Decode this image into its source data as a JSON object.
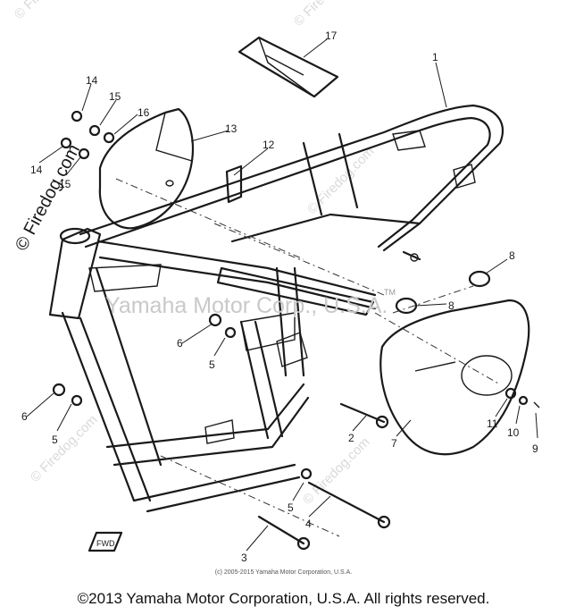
{
  "watermarks": {
    "firedog_side": "© Firedog.com",
    "firedog_ghost": "© Firedog.com",
    "yamaha": "Yamaha Motor Corp., U.S.A.",
    "trademark": "TM"
  },
  "callouts": {
    "c1": "1",
    "c2": "2",
    "c3": "3",
    "c4": "4",
    "c5a": "5",
    "c5b": "5",
    "c5c": "5",
    "c6a": "6",
    "c6b": "6",
    "c7": "7",
    "c8a": "8",
    "c8b": "8",
    "c9": "9",
    "c10": "10",
    "c11": "11",
    "c12": "12",
    "c13": "13",
    "c14a": "14",
    "c14b": "14",
    "c15a": "15",
    "c15b": "15",
    "c16": "16",
    "c17": "17"
  },
  "fwd_marker": "FWD",
  "small_copyright": "(c) 2005-2015 Yamaha Motor Corporation, U.S.A.",
  "footer_copyright": "©2013 Yamaha Motor Corporation, U.S.A. All rights reserved."
}
